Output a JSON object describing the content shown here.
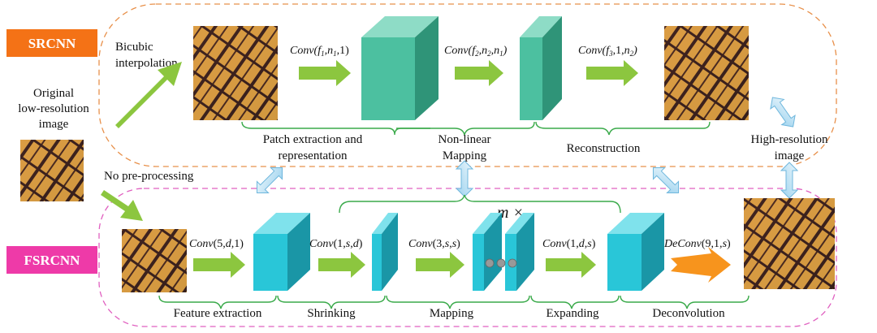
{
  "srcnn": {
    "tag": "SRCNN",
    "bicubic_1": "Bicubic",
    "bicubic_2": "interpolation",
    "conv1": "Conv(f1,n1,1)",
    "conv2": "Conv(f2,n2,n1)",
    "conv3": "Conv(f3,1,n2)",
    "stage1_1": "Patch extraction and",
    "stage1_2": "representation",
    "stage2_1": "Non-linear",
    "stage2_2": "Mapping",
    "stage3": "Reconstruction"
  },
  "left": {
    "original_1": "Original",
    "original_2": "low-resolution",
    "original_3": "image",
    "no_pre": "No pre-processing"
  },
  "right": {
    "hr_1": "High-resolution",
    "hr_2": "image"
  },
  "fsrcnn": {
    "tag": "FSRCNN",
    "conv1": "Conv(5,d,1)",
    "conv2": "Conv(1,s,d)",
    "conv3": "Conv(3,s,s)",
    "conv4": "Conv(1,d,s)",
    "deconv": "DeConv(9,1,s)",
    "repeat": "m ×",
    "stage1": "Feature extraction",
    "stage2": "Shrinking",
    "stage3": "Mapping",
    "stage4": "Expanding",
    "stage5": "Deconvolution"
  },
  "colors": {
    "srcnn_tag": "#f47216",
    "fsrcnn_tag": "#ee3aa8",
    "srcnn_border": "#e8904a",
    "fsrcnn_border": "#e060c0",
    "srcnn_cube_front": "#4cc0a0",
    "srcnn_cube_top": "#8edcc6",
    "srcnn_cube_side": "#2f9478",
    "fsrcnn_cube_front": "#29c6d8",
    "fsrcnn_cube_top": "#7fe2ec",
    "fsrcnn_cube_side": "#1a96a6",
    "green_arrow": "#8cc63f",
    "orange_arrow": "#f7941d",
    "bracket": "#3aaa4a"
  }
}
